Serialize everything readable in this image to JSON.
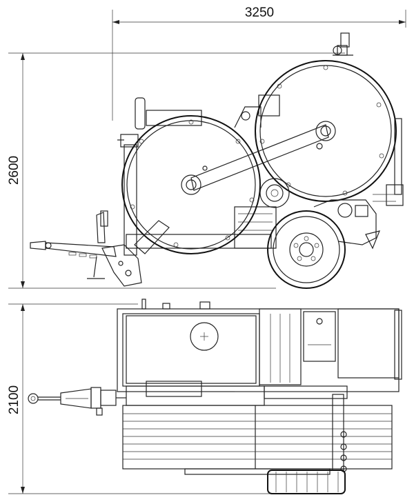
{
  "dimensions": {
    "length": "3250",
    "side_height": "2600",
    "top_width": "2100"
  }
}
